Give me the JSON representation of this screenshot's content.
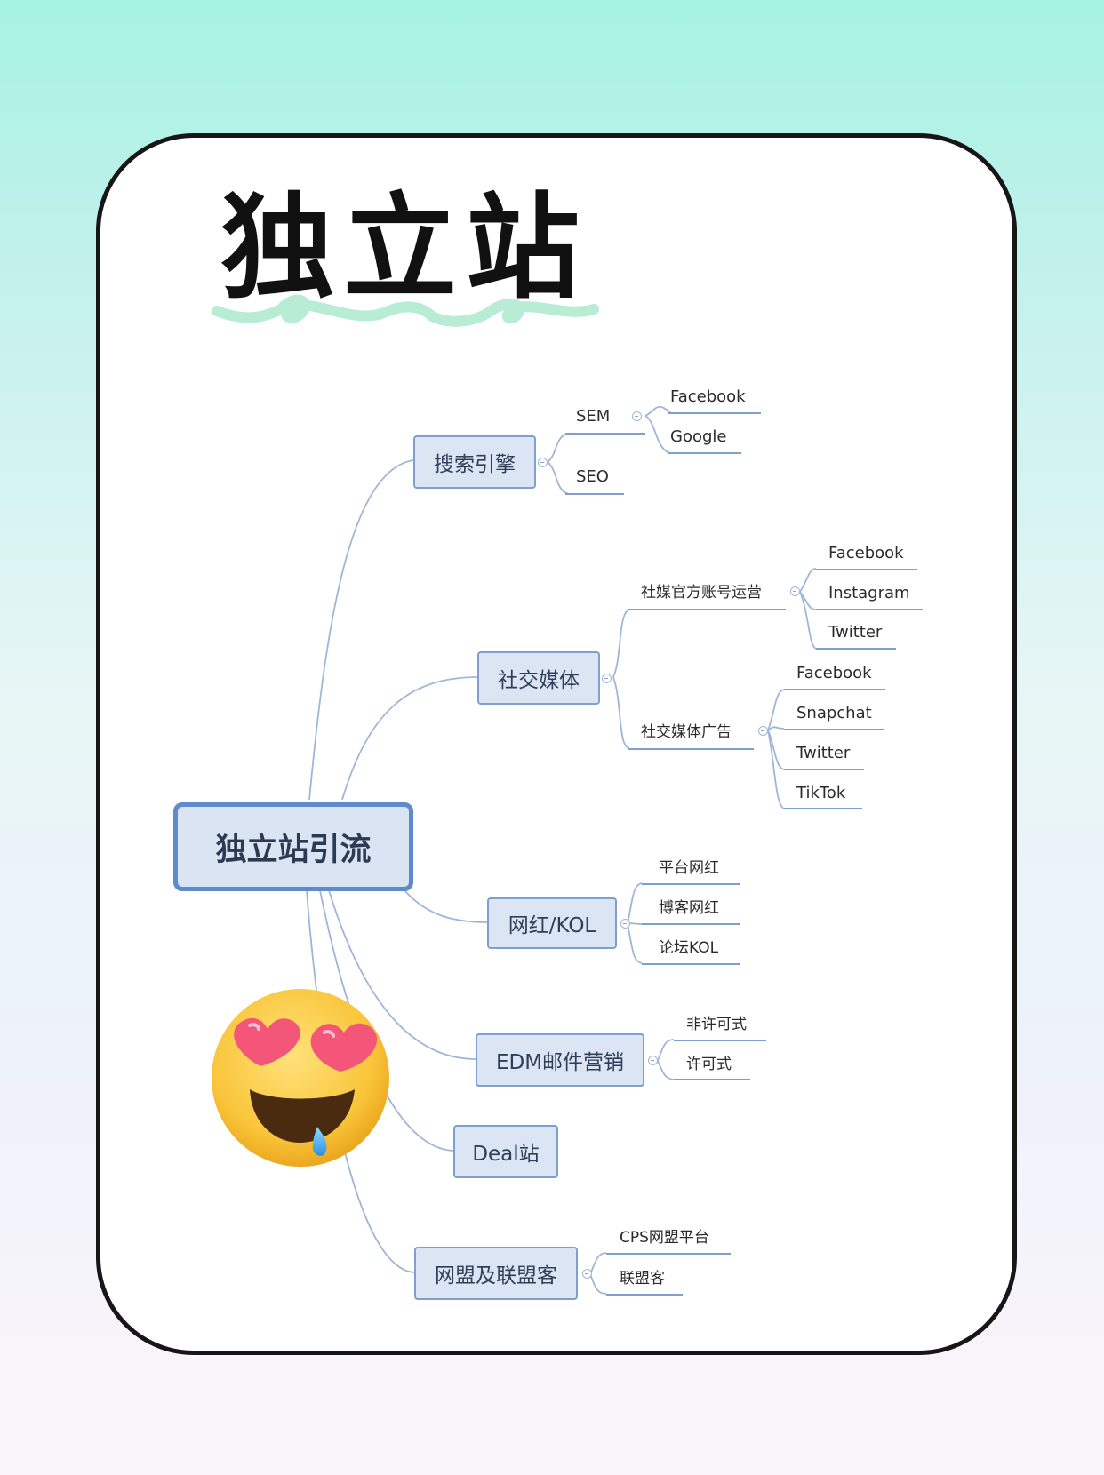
{
  "title": "独立站",
  "root": "独立站引流",
  "branches": {
    "search": {
      "label": "搜索引擎",
      "sem": {
        "label": "SEM",
        "children": [
          "Facebook",
          "Google"
        ]
      },
      "seo": "SEO"
    },
    "social": {
      "label": "社交媒体",
      "official": {
        "label": "社媒官方账号运营",
        "children": [
          "Facebook",
          "Instagram",
          "Twitter"
        ]
      },
      "ads": {
        "label": "社交媒体广告",
        "children": [
          "Facebook",
          "Snapchat",
          "Twitter",
          "TikTok"
        ]
      }
    },
    "kol": {
      "label": "网红/KOL",
      "children": [
        "平台网红",
        "博客网红",
        "论坛KOL"
      ]
    },
    "edm": {
      "label": "EDM邮件营销",
      "children": [
        "非许可式",
        "许可式"
      ]
    },
    "deal": {
      "label": "Deal站"
    },
    "affiliate": {
      "label": "网盟及联盟客",
      "children": [
        "CPS网盟平台",
        "联盟客"
      ]
    }
  },
  "colors": {
    "node_fill": "#dbe5f3",
    "node_border": "#7f9fcd",
    "connector": "#9fb6d8",
    "accent_squiggle": "#b8ecd4"
  },
  "decorations": {
    "emoji": "heart-eyes-drooling-emoji"
  }
}
